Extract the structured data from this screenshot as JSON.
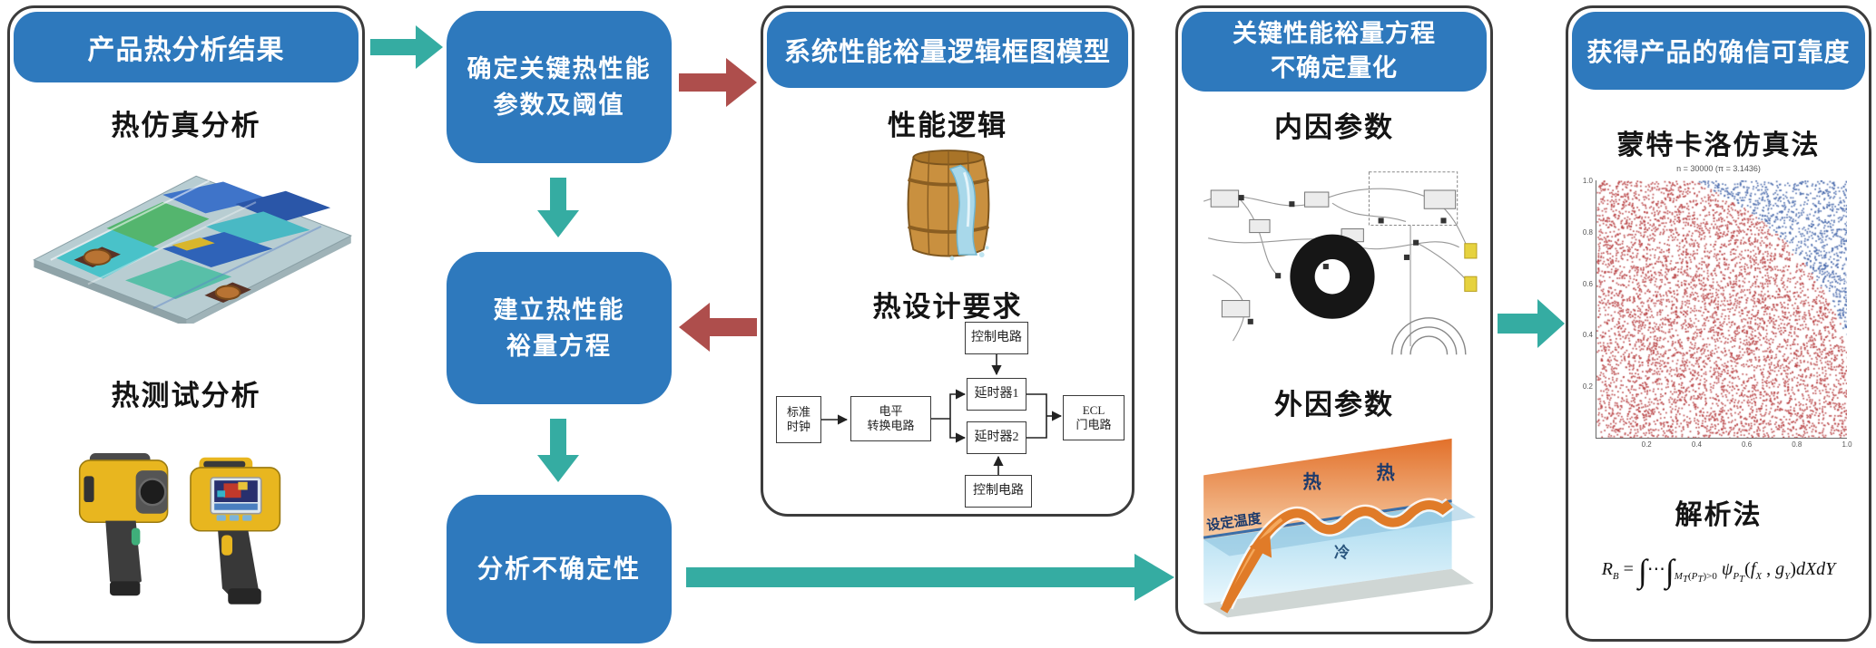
{
  "colors": {
    "blue": "#2e79bd",
    "teal": "#35aca2",
    "red": "#ae4e4c",
    "panel_border": "#3c3c3c",
    "scatter_red": "#b5393c",
    "scatter_blue": "#3c5fa6"
  },
  "panel1": {
    "title": "产品热分析结果",
    "sim_label": "热仿真分析",
    "test_label": "热测试分析"
  },
  "flow": {
    "box1_line1": "确定关键热性能",
    "box1_line2": "参数及阈值",
    "box2_line1": "建立热性能",
    "box2_line2": "裕量方程",
    "box3": "分析不确定性"
  },
  "panel3": {
    "title": "系统性能裕量逻辑框图模型",
    "logic_label": "性能逻辑",
    "design_label": "热设计要求",
    "circuit": {
      "clock_line1": "标准",
      "clock_line2": "时钟",
      "level_line1": "电平",
      "level_line2": "转换电路",
      "delay1": "延时器1",
      "delay2": "延时器2",
      "ecl_line1": "ECL",
      "ecl_line2": "门电路",
      "ctrl_top": "控制电路",
      "ctrl_bottom": "控制电路"
    }
  },
  "panel4": {
    "title_line1": "关键性能裕量方程",
    "title_line2": "不确定量化",
    "internal_label": "内因参数",
    "external_label": "外因参数",
    "thermal": {
      "set_temp": "设定温度",
      "hot_a": "热",
      "hot_b": "热",
      "cold": "冷"
    }
  },
  "panel5": {
    "title": "获得产品的确信可靠度",
    "mc_label": "蒙特卡洛仿真法",
    "caption": "n = 30000 (π = 3.1436)",
    "analytic_label": "解析法",
    "formula_html": "<i>R</i><sub><i>B</i></sub> = <span class='big-int'>∫</span>⋯<span class='big-int'>∫</span><sub><i>M<sub>T</sub></i>(<i>P<sub>T</sub></i>)&gt;0</sub> <i>ψ</i><sub><i>P<sub>T</sub></i></sub>(<i>f<sub>X</sub></i> , <i>g<sub>Y</sub></i>)<i>dXdY</i>"
  },
  "chart_data": {
    "type": "scatter",
    "title": "n = 30000 (π = 3.1436)",
    "xlabel": "",
    "ylabel": "",
    "xlim": [
      0,
      1
    ],
    "ylim": [
      0,
      1
    ],
    "x_ticks": [
      0.2,
      0.4,
      0.6,
      0.8,
      1.0
    ],
    "y_ticks": [
      1.0,
      0.8,
      0.6,
      0.4,
      0.2
    ],
    "grid": false,
    "legend": "none",
    "series": [
      {
        "name": "points inside quarter circle (x²+y²≤r²)",
        "color": "#b5393c"
      },
      {
        "name": "points outside quarter circle",
        "color": "#3c5fa6"
      }
    ],
    "n_points": 30000,
    "pi_estimate": 3.1436
  }
}
